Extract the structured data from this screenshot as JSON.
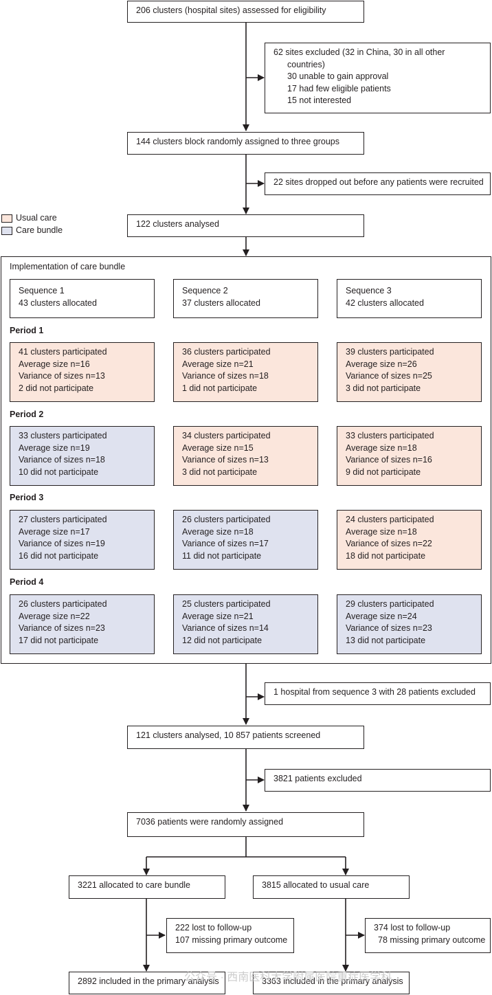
{
  "top": {
    "assessed": "206 clusters (hospital sites) assessed for eligibility",
    "excluded_lines": [
      "62 sites excluded (32 in China, 30 in all other",
      "countries)",
      "30 unable to gain approval",
      "17 had few eligible patients",
      "15 not interested"
    ],
    "randomised": "144 clusters block randomly assigned to three groups",
    "dropped": "22 sites dropped out before any patients were recruited",
    "analysed": "122 clusters analysed"
  },
  "legend": {
    "usual_care": "Usual care",
    "care_bundle": "Care bundle",
    "colors": {
      "usual_care": "#fbe6dc",
      "care_bundle": "#dfe2ef"
    }
  },
  "implementation": {
    "title": "Implementation of care bundle",
    "sequences": [
      {
        "name": "Sequence 1",
        "allocated": "43 clusters allocated"
      },
      {
        "name": "Sequence 2",
        "allocated": "37 clusters allocated"
      },
      {
        "name": "Sequence 3",
        "allocated": "42 clusters allocated"
      }
    ],
    "periods": [
      {
        "label": "Period 1",
        "cells": [
          {
            "arm": "usual",
            "lines": [
              "41 clusters participated",
              "Average size n=16",
              "Variance of sizes n=13",
              "2 did not participate"
            ]
          },
          {
            "arm": "usual",
            "lines": [
              "36 clusters participated",
              "Average size n=21",
              "Variance of sizes n=18",
              "1 did not participate"
            ]
          },
          {
            "arm": "usual",
            "lines": [
              "39 clusters participated",
              "Average size n=26",
              "Variance of sizes n=25",
              "3 did not participate"
            ]
          }
        ]
      },
      {
        "label": "Period 2",
        "cells": [
          {
            "arm": "bundle",
            "lines": [
              "33 clusters participated",
              "Average size n=19",
              "Variance of sizes n=18",
              "10 did not participate"
            ]
          },
          {
            "arm": "usual",
            "lines": [
              "34 clusters participated",
              "Average size n=15",
              "Variance of sizes n=13",
              "3 did not participate"
            ]
          },
          {
            "arm": "usual",
            "lines": [
              "33 clusters participated",
              "Average size n=18",
              "Variance of sizes n=16",
              "9 did not participate"
            ]
          }
        ]
      },
      {
        "label": "Period 3",
        "cells": [
          {
            "arm": "bundle",
            "lines": [
              "27 clusters participated",
              "Average size n=17",
              "Variance of sizes n=19",
              "16 did not participate"
            ]
          },
          {
            "arm": "bundle",
            "lines": [
              "26 clusters participated",
              "Average size n=18",
              "Variance of sizes n=17",
              "11 did not participate"
            ]
          },
          {
            "arm": "usual",
            "lines": [
              "24 clusters participated",
              "Average size n=18",
              "Variance of sizes n=22",
              "18 did not participate"
            ]
          }
        ]
      },
      {
        "label": "Period 4",
        "cells": [
          {
            "arm": "bundle",
            "lines": [
              "26 clusters participated",
              "Average size n=22",
              "Variance of sizes n=23",
              "17 did not participate"
            ]
          },
          {
            "arm": "bundle",
            "lines": [
              "25 clusters participated",
              "Average size n=21",
              "Variance of sizes n=14",
              "12 did not participate"
            ]
          },
          {
            "arm": "bundle",
            "lines": [
              "29 clusters participated",
              "Average size n=24",
              "Variance of sizes n=23",
              "13 did not participate"
            ]
          }
        ]
      }
    ]
  },
  "bottom": {
    "hospital_excluded": "1 hospital from sequence 3 with 28 patients excluded",
    "clusters_analysed": "121 clusters analysed, 10 857 patients screened",
    "patients_excluded": "3821 patients excluded",
    "randomly_assigned": "7036 patients were randomly assigned",
    "care_bundle": {
      "allocated": "3221 allocated to care bundle",
      "lost_lines": [
        "222 lost to follow-up",
        "107 missing primary outcome"
      ],
      "included": "2892 included in the primary analysis"
    },
    "usual_care": {
      "allocated": "3815 allocated to usual care",
      "lost_lines": [
        "374 lost to follow-up",
        "78 missing primary outcome"
      ],
      "included": "3363 included in the primary analysis"
    }
  },
  "watermark": "公众号 · 西南医科大学附属医院重症医学科"
}
